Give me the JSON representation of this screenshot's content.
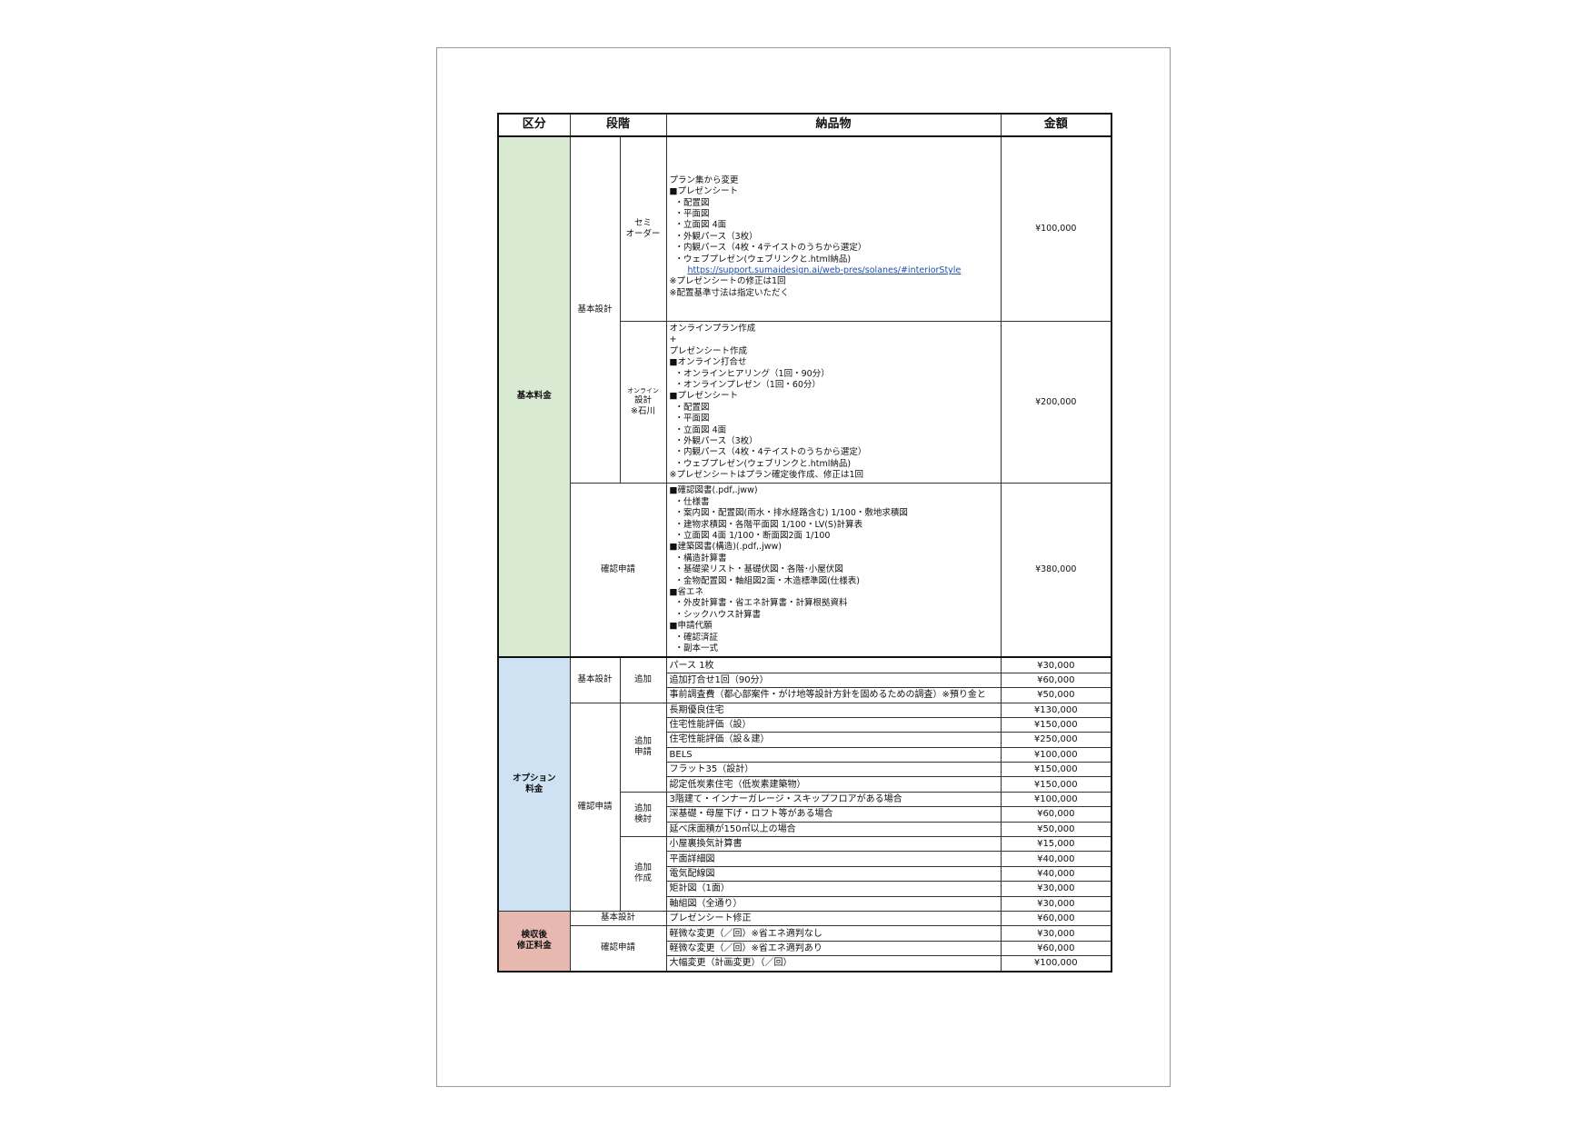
{
  "headers": {
    "category": "区分",
    "stage": "段階",
    "deliverables": "納品物",
    "amount": "金額"
  },
  "basic": {
    "category": "基本料金",
    "basic_design_label": "基本設計",
    "semi": {
      "label_line1": "セミ",
      "label_line2": "オーダー",
      "lines": [
        "プラン集から変更",
        "■プレゼンシート",
        "  ・配置図",
        "  ・平面図",
        "  ・立面図 4面",
        "  ・外観パース（3枚）",
        "  ・内観パース（4枚・4テイストのうちから選定）",
        "  ・ウェブプレゼン(ウェブリンクと.html納品)",
        "※プレゼンシートの修正は1回",
        "※配置基準寸法は指定いただく"
      ],
      "link": "https://support.sumaidesign.ai/web-pres/solanes/#interiorStyle",
      "amount": "¥100,000"
    },
    "online": {
      "label_small": "オンライン",
      "label_line1": "設計",
      "label_line2": "※石川",
      "lines": [
        "オンラインプラン作成",
        "+",
        "プレゼンシート作成",
        "■オンライン打合せ",
        "  ・オンラインヒアリング（1回・90分）",
        "  ・オンラインプレゼン（1回・60分）",
        "■プレゼンシート",
        "  ・配置図",
        "  ・平面図",
        "  ・立面図 4面",
        "  ・外観パース（3枚）",
        "  ・内観パース（4枚・4テイストのうちから選定）",
        "  ・ウェブプレゼン(ウェブリンクと.html納品)",
        "※プレゼンシートはプラン確定後作成、修正は1回"
      ],
      "amount": "¥200,000"
    },
    "confirm": {
      "label": "確認申請",
      "lines": [
        "■確認図書(.pdf,.jww)",
        "  ・仕様書",
        "  ・案内図・配置図(雨水・排水経路含む) 1/100・敷地求積図",
        "  ・建物求積図・各階平面図 1/100・LV(S)計算表",
        "  ・立面図 4面 1/100・断面図2面 1/100",
        "■建築図書(構造)(.pdf,.jww)",
        "  ・構造計算書",
        "  ・基礎梁リスト・基礎伏図・各階･小屋伏図",
        "  ・金物配置図・軸組図2面・木造標準図(仕様表)",
        "■省エネ",
        "  ・外皮計算書・省エネ計算書・計算根拠資料",
        "  ・シックハウス計算書",
        "■申請代願",
        "  ・確認済証",
        "  ・副本一式"
      ],
      "amount": "¥380,000"
    }
  },
  "option": {
    "category_line1": "オプション",
    "category_line2": "料金",
    "basic_design": {
      "label": "基本設計",
      "sub": "追加",
      "rows": [
        {
          "item": "パース 1枚",
          "amount": "¥30,000"
        },
        {
          "item": "追加打合せ1回（90分）",
          "amount": "¥60,000"
        },
        {
          "item": "事前調査費（都心部案件・がけ地等設計方針を固めるための調査）※預り金と",
          "amount": "¥50,000"
        }
      ]
    },
    "confirm": {
      "label": "確認申請",
      "groups": [
        {
          "sub_line1": "追加",
          "sub_line2": "申請",
          "rows": [
            {
              "item": "長期優良住宅",
              "amount": "¥130,000"
            },
            {
              "item": "住宅性能評価（設）",
              "amount": "¥150,000"
            },
            {
              "item": "住宅性能評価（設＆建）",
              "amount": "¥250,000"
            },
            {
              "item": "BELS",
              "amount": "¥100,000"
            },
            {
              "item": "フラット35（設計）",
              "amount": "¥150,000"
            },
            {
              "item": "認定低炭素住宅（低炭素建築物）",
              "amount": "¥150,000"
            }
          ]
        },
        {
          "sub_line1": "追加",
          "sub_line2": "検討",
          "rows": [
            {
              "item": "3階建て・インナーガレージ・スキップフロアがある場合",
              "amount": "¥100,000"
            },
            {
              "item": "深基礎・母屋下げ・ロフト等がある場合",
              "amount": "¥60,000"
            },
            {
              "item": "延べ床面積が150㎡以上の場合",
              "amount": "¥50,000"
            }
          ]
        },
        {
          "sub_line1": "追加",
          "sub_line2": "作成",
          "rows": [
            {
              "item": "小屋裏換気計算書",
              "amount": "¥15,000"
            },
            {
              "item": "平面詳細図",
              "amount": "¥40,000"
            },
            {
              "item": "電気配線図",
              "amount": "¥40,000"
            },
            {
              "item": "矩計図（1面）",
              "amount": "¥30,000"
            },
            {
              "item": "軸組図（全通り）",
              "amount": "¥30,000"
            }
          ]
        }
      ]
    }
  },
  "fix": {
    "category_line1": "検収後",
    "category_line2": "修正料金",
    "basic_design": {
      "label": "基本設計",
      "rows": [
        {
          "item": "プレゼンシート修正",
          "amount": "¥60,000"
        }
      ]
    },
    "confirm": {
      "label": "確認申請",
      "rows": [
        {
          "item": "軽微な変更（／回）※省エネ適判なし",
          "amount": "¥30,000"
        },
        {
          "item": "軽微な変更（／回）※省エネ適判あり",
          "amount": "¥60,000"
        },
        {
          "item": "大幅変更（計画変更）（／回）",
          "amount": "¥100,000"
        }
      ]
    }
  },
  "colors": {
    "basic": "#d9ead3",
    "option": "#cfe2f3",
    "fix": "#e6b8af",
    "link": "#1f4ea8"
  }
}
